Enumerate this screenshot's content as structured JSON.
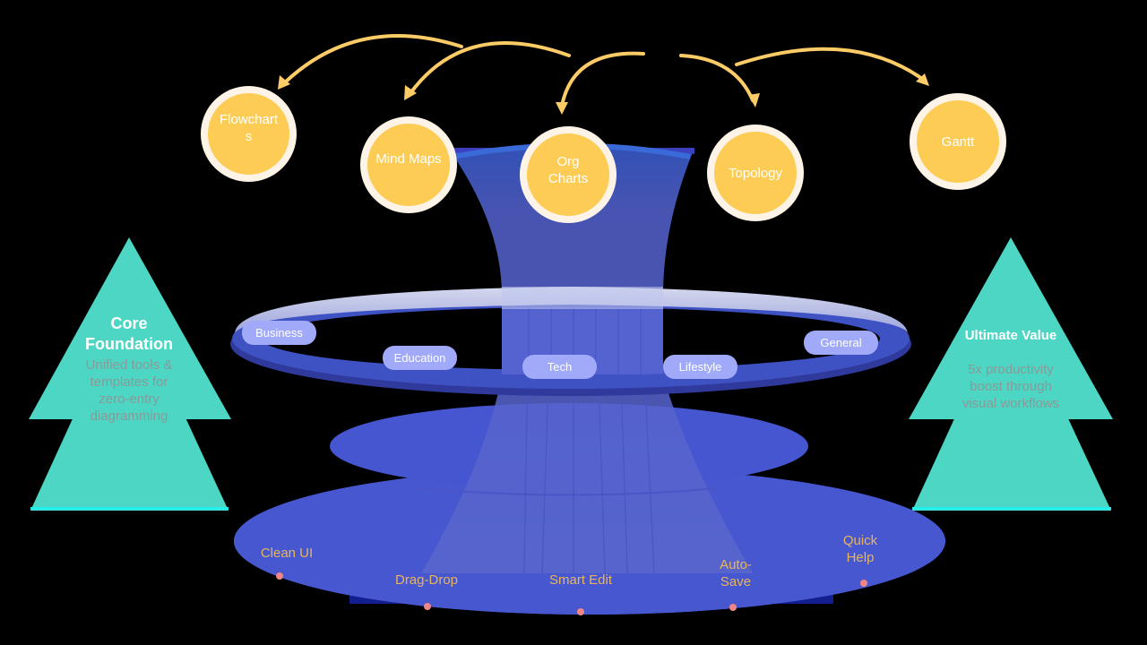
{
  "diagram": {
    "colors": {
      "background": "#000000",
      "node_fill": "#fdcc55",
      "node_border": "#fdf4e7",
      "arrow": "#fdcc66",
      "funnel": "#5563d0",
      "ring": "#3f52c4",
      "ring_highlight": "#c8cce8",
      "pill": "#a0aaf8",
      "triangle": "#4dd6c4",
      "feature_text": "#e8b55a",
      "feature_dot": "#f08585"
    },
    "top_nodes": [
      {
        "label": "Flowcharts",
        "display": "Flowchart\ns"
      },
      {
        "label": "Mind Maps"
      },
      {
        "label": "Org Charts",
        "line1": "Org",
        "line2": "Charts"
      },
      {
        "label": "Topology"
      },
      {
        "label": "Gantt"
      }
    ],
    "ring_categories": [
      "Business",
      "Education",
      "Tech",
      "Lifestyle",
      "General"
    ],
    "left_panel": {
      "title_line1": "Core",
      "title_line2": "Foundation",
      "desc_lines": [
        "Unified tools &",
        "templates for",
        "zero-entry",
        "diagramming"
      ]
    },
    "right_panel": {
      "title": "Ultimate Value",
      "desc_lines": [
        "5x productivity",
        "boost through",
        "visual workflows"
      ]
    },
    "base_features": [
      {
        "line1": "Clean UI"
      },
      {
        "line1": "Drag-Drop"
      },
      {
        "line1": "Smart Edit"
      },
      {
        "line1": "Auto-",
        "line2": "Save"
      },
      {
        "line1": "Quick",
        "line2": "Help"
      }
    ]
  }
}
